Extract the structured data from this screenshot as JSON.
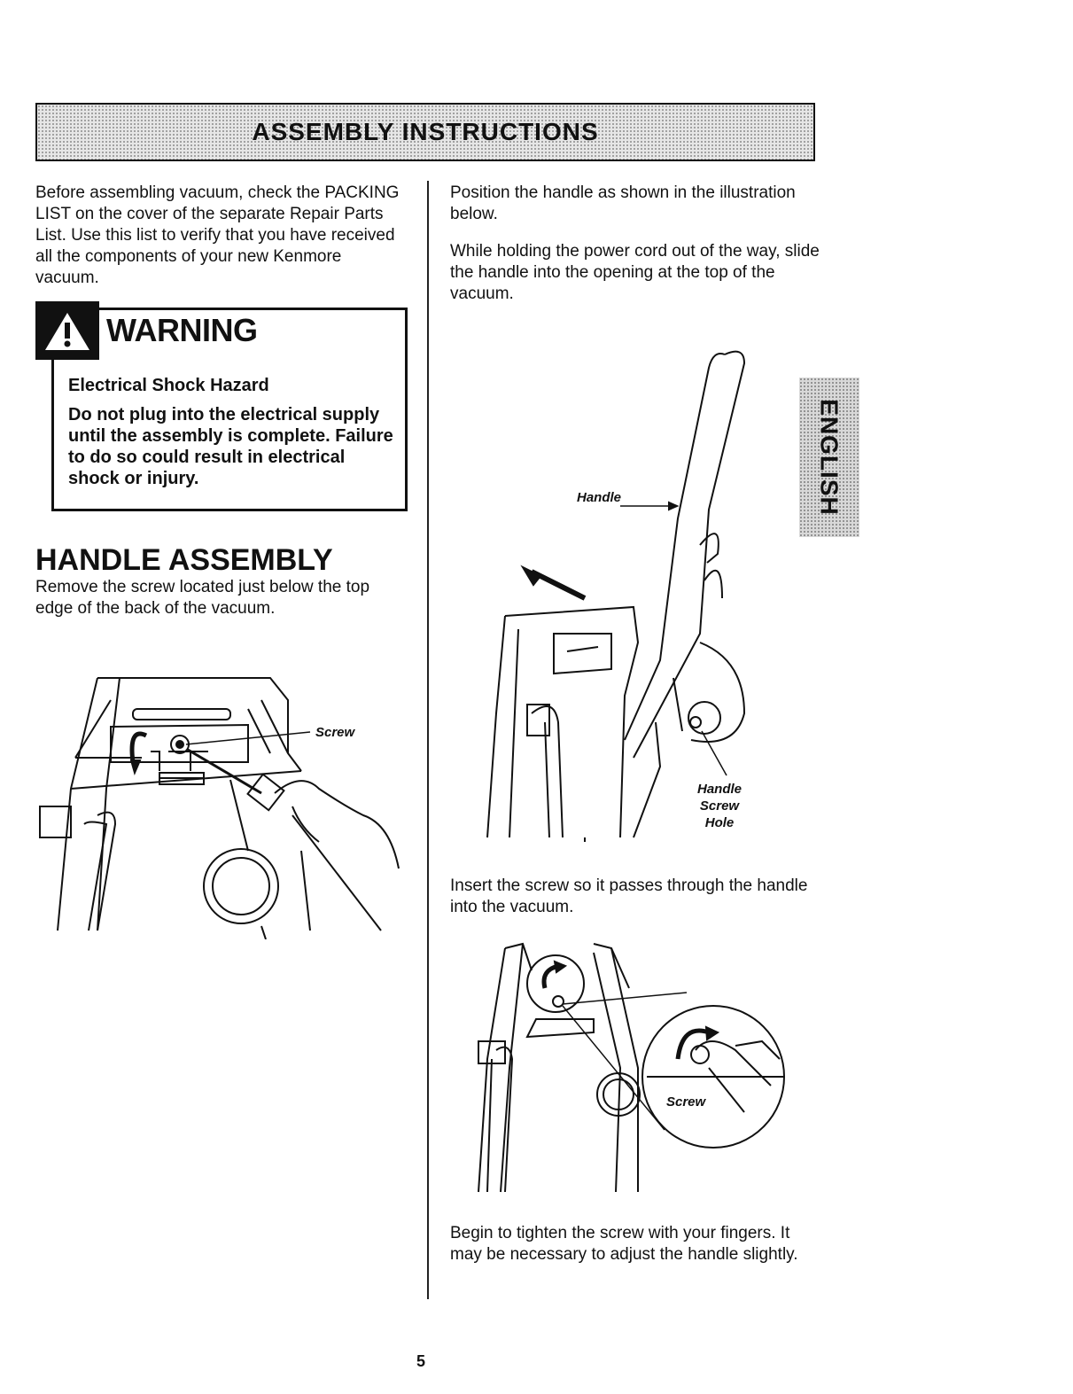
{
  "header": {
    "title": "ASSEMBLY INSTRUCTIONS"
  },
  "left": {
    "intro": "Before assembling vacuum, check the PACKING LIST on the cover of the separate Repair Parts List. Use this list to verify that you have received all the components of your new Kenmore vacuum.",
    "warning": {
      "title": "WARNING",
      "subtitle": "Electrical Shock Hazard",
      "body": "Do not plug into the electrical supply until the assembly is complete. Failure to do so could result in electrical shock or injury."
    },
    "section_title": "HANDLE ASSEMBLY",
    "section_text": "Remove the screw located just below the top edge of the back of the vacuum.",
    "figure_label": "Screw"
  },
  "right": {
    "para1": "Position the handle as shown in the illustration below.",
    "para2": "While holding the power cord out of the way, slide the handle into the opening at the top of the vacuum.",
    "figure1_labels": {
      "handle": "Handle",
      "hole_line1": "Handle",
      "hole_line2": "Screw",
      "hole_line3": "Hole"
    },
    "para3": "Insert the screw so it passes through the handle into the vacuum.",
    "figure2_label": "Screw",
    "para4": "Begin to tighten the screw with your fingers. It may be necessary to adjust the handle slightly."
  },
  "side_tab": {
    "label": "ENGLISH"
  },
  "footer": {
    "page_number": "5"
  }
}
